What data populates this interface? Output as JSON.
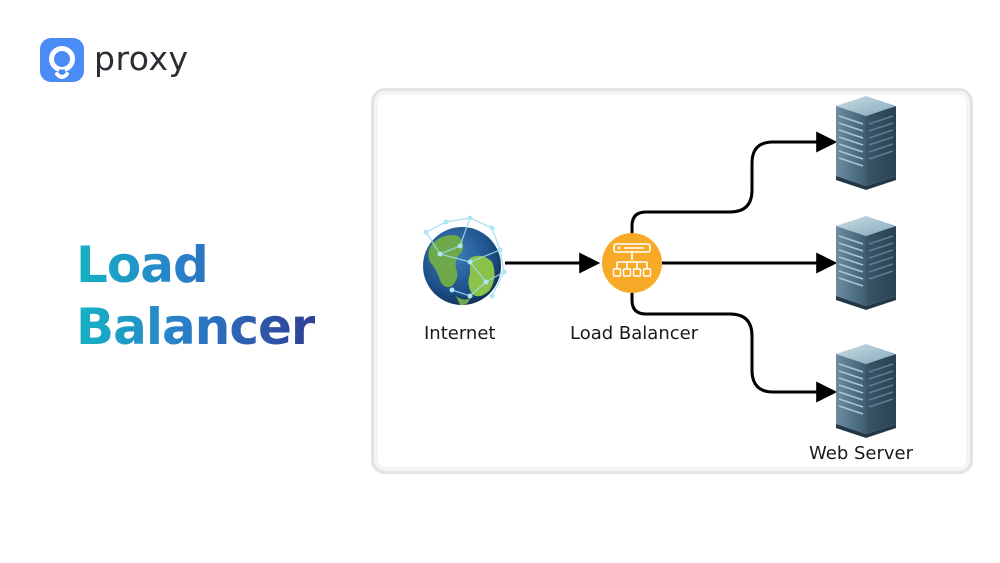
{
  "brand": {
    "name": "proxy",
    "accent": "#4b8bf5"
  },
  "title": {
    "line1": "Load",
    "line2": "Balancer",
    "gradient": [
      "#15b3c4",
      "#2a7fc9",
      "#2f3f94"
    ]
  },
  "diagram": {
    "nodes": {
      "internet": {
        "label": "Internet",
        "icon": "globe-icon"
      },
      "load_balancer": {
        "label": "Load Balancer",
        "icon": "load-balancer-icon",
        "color": "#f7a928"
      },
      "servers": [
        {
          "icon": "server-icon"
        },
        {
          "icon": "server-icon"
        },
        {
          "icon": "server-icon",
          "label": "Web Server"
        }
      ]
    },
    "edges": [
      {
        "from": "internet",
        "to": "load_balancer"
      },
      {
        "from": "load_balancer",
        "to": "server-1"
      },
      {
        "from": "load_balancer",
        "to": "server-2"
      },
      {
        "from": "load_balancer",
        "to": "server-3"
      }
    ]
  }
}
